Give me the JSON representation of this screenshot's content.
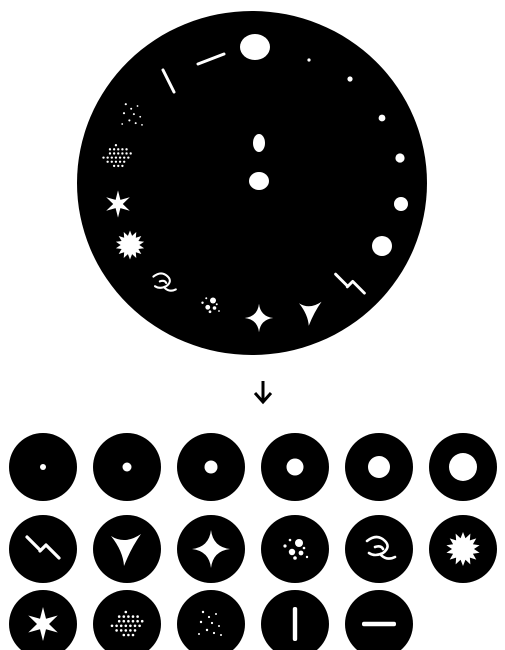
{
  "colors": {
    "disc": "#000000",
    "aperture": "#ffffff",
    "background": "#ffffff"
  },
  "arrow": {
    "icon": "arrow-down-icon",
    "direction": "down"
  },
  "wheel": {
    "center_apertures": [
      "oval-aperture",
      "round-aperture"
    ],
    "ring_apertures": [
      "circle-large",
      "tiny-dot",
      "small-dot",
      "small-circle",
      "medium-circle",
      "circle-mid",
      "circle-big",
      "broken-line",
      "tri-star",
      "four-point-star",
      "dot-cluster",
      "swirl",
      "starburst",
      "six-point-star",
      "dot-field",
      "scattered-dots",
      "vertical-bar",
      "horizontal-bar"
    ]
  },
  "gobo_grid": {
    "rows": [
      [
        "hole-1",
        "hole-2",
        "hole-3",
        "hole-4",
        "hole-5",
        "hole-6"
      ],
      [
        "broken-line",
        "tri-star",
        "four-point-star",
        "dot-cluster",
        "swirl",
        "starburst"
      ],
      [
        "six-point-star",
        "dot-field",
        "scattered-dots",
        "vertical-bar",
        "horizontal-bar"
      ]
    ]
  }
}
